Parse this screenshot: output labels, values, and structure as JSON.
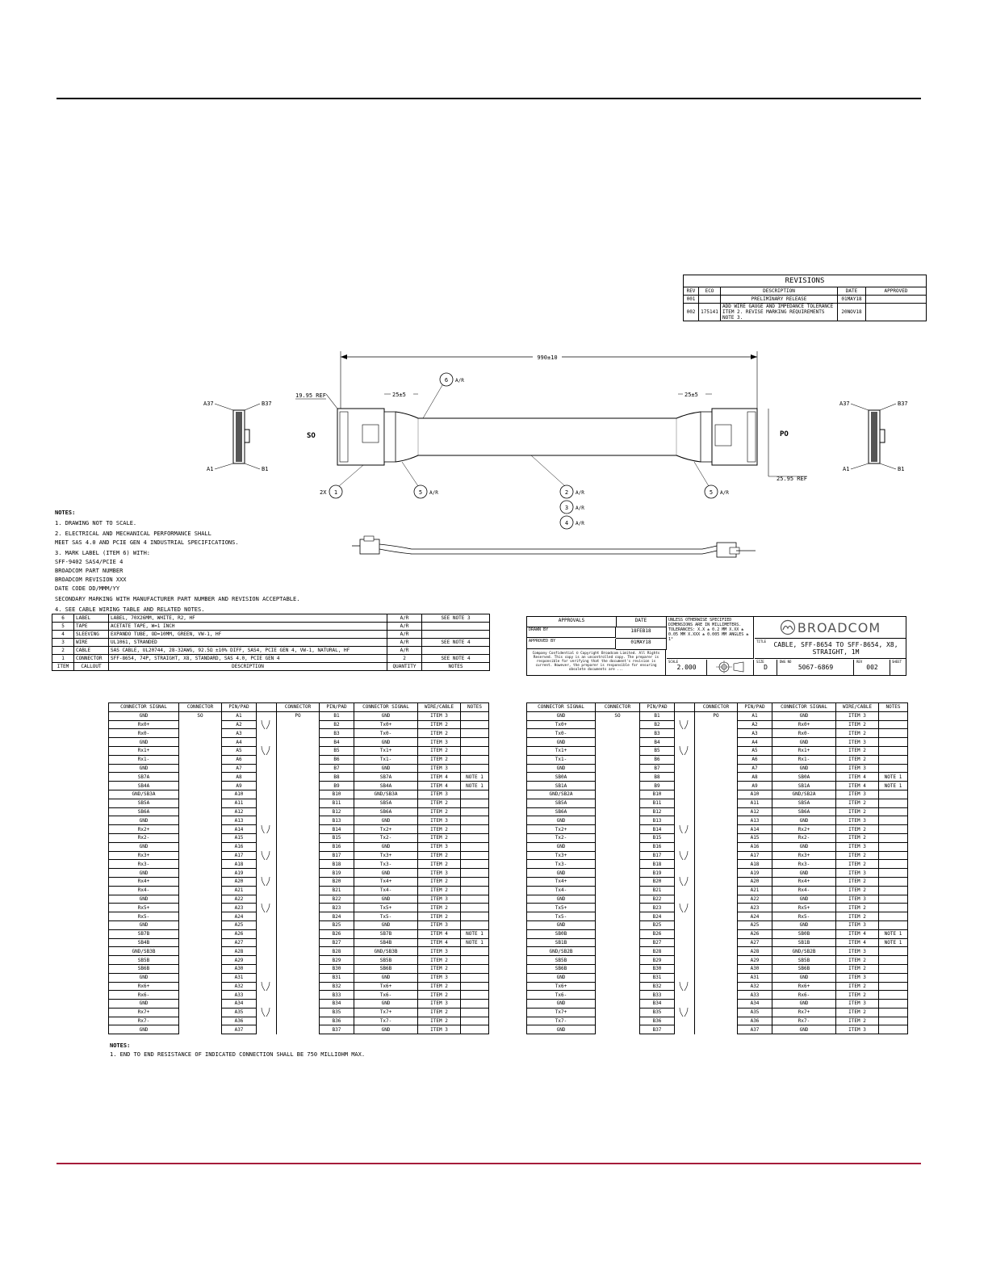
{
  "revisions": {
    "title": "REVISIONS",
    "headers": [
      "REV",
      "ECO",
      "DESCRIPTION",
      "DATE",
      "APPROVED"
    ],
    "rows": [
      [
        "001",
        "",
        "PRELIMINARY RELEASE",
        "01MAY18",
        ""
      ],
      [
        "002",
        "175141",
        "ADD WIRE GAUGE AND IMPEDANCE TOLERANCE ITEM 2. REVISE MARKING REQUIREMENTS NOTE 3.",
        "20NOV18",
        ""
      ]
    ]
  },
  "drawing": {
    "overall_length": "990±10",
    "dim_left": "19.95 REF",
    "dim_right": "25.95 REF",
    "dim_25_left": "25±5",
    "dim_25_right": "25±5",
    "end_left": "SO",
    "end_right": "PO",
    "pin_a37": "A37",
    "pin_b37": "B37",
    "pin_a1": "A1",
    "pin_b1": "B1",
    "balloon_6": "6",
    "balloon_6_qty": "A/R",
    "balloon_1": "1",
    "balloon_1_prefix": "2X",
    "balloon_5": "5",
    "balloon_5_qty": "A/R",
    "balloon_2": "2",
    "balloon_2_qty": "A/R",
    "balloon_3": "3",
    "balloon_3_qty": "A/R",
    "balloon_4": "4",
    "balloon_4_qty": "A/R"
  },
  "notes": {
    "heading": "NOTES:",
    "items": [
      "1.  DRAWING NOT TO SCALE.",
      "2.  ELECTRICAL AND MECHANICAL PERFORMANCE SHALL",
      "     MEET SAS 4.0 AND PCIE GEN 4 INDUSTRIAL SPECIFICATIONS.",
      "3.  MARK LABEL (ITEM 6) WITH:",
      "     SFF-9402 SAS4/PCIE 4",
      "     BROADCOM PART NUMBER",
      "     BROADCOM REVISION XXX",
      "     DATE CODE DD/MMM/YY",
      "     SECONDARY MARKING WITH MANUFACTURER PART NUMBER AND REVISION ACCEPTABLE.",
      "4.  SEE CABLE WIRING TABLE AND RELATED NOTES."
    ]
  },
  "bom": {
    "rows": [
      [
        "6",
        "LABEL",
        "LABEL, 70X26MM, WHITE, R2, HF",
        "A/R",
        "SEE NOTE 3"
      ],
      [
        "5",
        "TAPE",
        "ACETATE TAPE, W=1 INCH",
        "A/R",
        ""
      ],
      [
        "4",
        "SLEEVING",
        "EXPANDO TUBE, OD=10MM, GREEN, VW-1, HF",
        "A/R",
        ""
      ],
      [
        "3",
        "WIRE",
        "UL1061, STRANDED",
        "A/R",
        "SEE NOTE 4"
      ],
      [
        "2",
        "CABLE",
        "SAS CABLE, UL20744, 28-32AWG, 92.5Ω ±10% DIFF, SAS4, PCIE GEN 4, VW-1, NATURAL, HF",
        "A/R",
        ""
      ],
      [
        "1",
        "CONNECTOR",
        "SFF-8654, 74P, STRAIGHT, X8, STANDARD, SAS 4.0, PCIE GEN 4",
        "2",
        "SEE NOTE 4"
      ]
    ],
    "headers": [
      "ITEM",
      "CALLOUT",
      "DESCRIPTION",
      "QUANTITY",
      "NOTES"
    ]
  },
  "titleblock": {
    "approvals": "APPROVALS",
    "date": "DATE",
    "drawn_by": "DRAWN BY",
    "drawn_date": "18FEB18",
    "approved_by": "APPROVED BY",
    "approved_date": "01MAY18",
    "confidential": "Company Confidential © Copyright Broadcom Limited. All Rights Reserved. This copy is an uncontrolled copy. The preparer is responsible for verifying that the document's revision is current. However, the preparer is responsible for ensuring obsolete documents are ...",
    "tolerances": "UNLESS OTHERWISE SPECIFIED DIMENSIONS ARE IN MILLIMETERS. TOLERANCES: X.X ± 0.2 MM  X.XX ± 0.05 MM  X.XXX ± 0.005 MM  ANGLES ± 1°",
    "company": "BROADCOM",
    "title_label": "TITLE",
    "title": "CABLE, SFF-8654 TO SFF-8654, X8, STRAIGHT, 1M",
    "scale_label": "SCALE",
    "scale": "2.000",
    "size_label": "SIZE",
    "size": "D",
    "dwg_label": "DWG NO",
    "dwg_no": "5067-6869",
    "rev_label": "REV",
    "rev": "002",
    "sheet_label": "SHEET",
    "sheet": ""
  },
  "pin_headers_left": [
    "CONNECTOR SIGNAL",
    "CONNECTOR",
    "PIN/PAD",
    "",
    "CONNECTOR",
    "PIN/PAD",
    "CONNECTOR SIGNAL",
    "WIRE/CABLE",
    "NOTES"
  ],
  "pin_headers_right": [
    "CONNECTOR SIGNAL",
    "CONNECTOR",
    "PIN/PAD",
    "",
    "CONNECTOR",
    "PIN/PAD",
    "CONNECTOR SIGNAL",
    "WIRE/CABLE",
    "NOTES"
  ],
  "pin_left": [
    [
      "GND",
      "SO",
      "A1",
      "PO",
      "B1",
      "GND",
      "ITEM 3",
      ""
    ],
    [
      "Rx0+",
      "",
      "A2",
      "",
      "B2",
      "Tx0+",
      "ITEM 2",
      ""
    ],
    [
      "Rx0-",
      "",
      "A3",
      "",
      "B3",
      "Tx0-",
      "ITEM 2",
      ""
    ],
    [
      "GND",
      "",
      "A4",
      "",
      "B4",
      "GND",
      "ITEM 3",
      ""
    ],
    [
      "Rx1+",
      "",
      "A5",
      "",
      "B5",
      "Tx1+",
      "ITEM 2",
      ""
    ],
    [
      "Rx1-",
      "",
      "A6",
      "",
      "B6",
      "Tx1-",
      "ITEM 2",
      ""
    ],
    [
      "GND",
      "",
      "A7",
      "",
      "B7",
      "GND",
      "ITEM 3",
      ""
    ],
    [
      "SB7A",
      "",
      "A8",
      "",
      "B8",
      "SB7A",
      "ITEM 4",
      "NOTE 1"
    ],
    [
      "SB4A",
      "",
      "A9",
      "",
      "B9",
      "SB4A",
      "ITEM 4",
      "NOTE 1"
    ],
    [
      "GND/SB3A",
      "",
      "A10",
      "",
      "B10",
      "GND/SB3A",
      "ITEM 3",
      ""
    ],
    [
      "SB5A",
      "",
      "A11",
      "",
      "B11",
      "SB5A",
      "ITEM 2",
      ""
    ],
    [
      "SB6A",
      "",
      "A12",
      "",
      "B12",
      "SB6A",
      "ITEM 2",
      ""
    ],
    [
      "GND",
      "",
      "A13",
      "",
      "B13",
      "GND",
      "ITEM 3",
      ""
    ],
    [
      "Rx2+",
      "",
      "A14",
      "",
      "B14",
      "Tx2+",
      "ITEM 2",
      ""
    ],
    [
      "Rx2-",
      "",
      "A15",
      "",
      "B15",
      "Tx2-",
      "ITEM 2",
      ""
    ],
    [
      "GND",
      "",
      "A16",
      "",
      "B16",
      "GND",
      "ITEM 3",
      ""
    ],
    [
      "Rx3+",
      "",
      "A17",
      "",
      "B17",
      "Tx3+",
      "ITEM 2",
      ""
    ],
    [
      "Rx3-",
      "",
      "A18",
      "",
      "B18",
      "Tx3-",
      "ITEM 2",
      ""
    ],
    [
      "GND",
      "",
      "A19",
      "",
      "B19",
      "GND",
      "ITEM 3",
      ""
    ],
    [
      "Rx4+",
      "",
      "A20",
      "",
      "B20",
      "Tx4+",
      "ITEM 2",
      ""
    ],
    [
      "Rx4-",
      "",
      "A21",
      "",
      "B21",
      "Tx4-",
      "ITEM 2",
      ""
    ],
    [
      "GND",
      "",
      "A22",
      "",
      "B22",
      "GND",
      "ITEM 3",
      ""
    ],
    [
      "Rx5+",
      "",
      "A23",
      "",
      "B23",
      "Tx5+",
      "ITEM 2",
      ""
    ],
    [
      "Rx5-",
      "",
      "A24",
      "",
      "B24",
      "Tx5-",
      "ITEM 2",
      ""
    ],
    [
      "GND",
      "",
      "A25",
      "",
      "B25",
      "GND",
      "ITEM 3",
      ""
    ],
    [
      "SB7B",
      "",
      "A26",
      "",
      "B26",
      "SB7B",
      "ITEM 4",
      "NOTE 1"
    ],
    [
      "SB4B",
      "",
      "A27",
      "",
      "B27",
      "SB4B",
      "ITEM 4",
      "NOTE 1"
    ],
    [
      "GND/SB3B",
      "",
      "A28",
      "",
      "B28",
      "GND/SB3B",
      "ITEM 3",
      ""
    ],
    [
      "SB5B",
      "",
      "A29",
      "",
      "B29",
      "SB5B",
      "ITEM 2",
      ""
    ],
    [
      "SB6B",
      "",
      "A30",
      "",
      "B30",
      "SB6B",
      "ITEM 2",
      ""
    ],
    [
      "GND",
      "",
      "A31",
      "",
      "B31",
      "GND",
      "ITEM 3",
      ""
    ],
    [
      "Rx6+",
      "",
      "A32",
      "",
      "B32",
      "Tx6+",
      "ITEM 2",
      ""
    ],
    [
      "Rx6-",
      "",
      "A33",
      "",
      "B33",
      "Tx6-",
      "ITEM 2",
      ""
    ],
    [
      "GND",
      "",
      "A34",
      "",
      "B34",
      "GND",
      "ITEM 3",
      ""
    ],
    [
      "Rx7+",
      "",
      "A35",
      "",
      "B35",
      "Tx7+",
      "ITEM 2",
      ""
    ],
    [
      "Rx7-",
      "",
      "A36",
      "",
      "B36",
      "Tx7-",
      "ITEM 2",
      ""
    ],
    [
      "GND",
      "",
      "A37",
      "",
      "B37",
      "GND",
      "ITEM 3",
      ""
    ]
  ],
  "pin_right": [
    [
      "GND",
      "SO",
      "B1",
      "PO",
      "A1",
      "GND",
      "ITEM 3",
      ""
    ],
    [
      "Tx0+",
      "",
      "B2",
      "",
      "A2",
      "Rx0+",
      "ITEM 2",
      ""
    ],
    [
      "Tx0-",
      "",
      "B3",
      "",
      "A3",
      "Rx0-",
      "ITEM 2",
      ""
    ],
    [
      "GND",
      "",
      "B4",
      "",
      "A4",
      "GND",
      "ITEM 3",
      ""
    ],
    [
      "Tx1+",
      "",
      "B5",
      "",
      "A5",
      "Rx1+",
      "ITEM 2",
      ""
    ],
    [
      "Tx1-",
      "",
      "B6",
      "",
      "A6",
      "Rx1-",
      "ITEM 2",
      ""
    ],
    [
      "GND",
      "",
      "B7",
      "",
      "A7",
      "GND",
      "ITEM 3",
      ""
    ],
    [
      "SB0A",
      "",
      "B8",
      "",
      "A8",
      "SB0A",
      "ITEM 4",
      "NOTE 1"
    ],
    [
      "SB1A",
      "",
      "B9",
      "",
      "A9",
      "SB1A",
      "ITEM 4",
      "NOTE 1"
    ],
    [
      "GND/SB2A",
      "",
      "B10",
      "",
      "A10",
      "GND/SB2A",
      "ITEM 3",
      ""
    ],
    [
      "SB5A",
      "",
      "B11",
      "",
      "A11",
      "SB5A",
      "ITEM 2",
      ""
    ],
    [
      "SB6A",
      "",
      "B12",
      "",
      "A12",
      "SB6A",
      "ITEM 2",
      ""
    ],
    [
      "GND",
      "",
      "B13",
      "",
      "A13",
      "GND",
      "ITEM 3",
      ""
    ],
    [
      "Tx2+",
      "",
      "B14",
      "",
      "A14",
      "Rx2+",
      "ITEM 2",
      ""
    ],
    [
      "Tx2-",
      "",
      "B15",
      "",
      "A15",
      "Rx2-",
      "ITEM 2",
      ""
    ],
    [
      "GND",
      "",
      "B16",
      "",
      "A16",
      "GND",
      "ITEM 3",
      ""
    ],
    [
      "Tx3+",
      "",
      "B17",
      "",
      "A17",
      "Rx3+",
      "ITEM 2",
      ""
    ],
    [
      "Tx3-",
      "",
      "B18",
      "",
      "A18",
      "Rx3-",
      "ITEM 2",
      ""
    ],
    [
      "GND",
      "",
      "B19",
      "",
      "A19",
      "GND",
      "ITEM 3",
      ""
    ],
    [
      "Tx4+",
      "",
      "B20",
      "",
      "A20",
      "Rx4+",
      "ITEM 2",
      ""
    ],
    [
      "Tx4-",
      "",
      "B21",
      "",
      "A21",
      "Rx4-",
      "ITEM 2",
      ""
    ],
    [
      "GND",
      "",
      "B22",
      "",
      "A22",
      "GND",
      "ITEM 3",
      ""
    ],
    [
      "Tx5+",
      "",
      "B23",
      "",
      "A23",
      "Rx5+",
      "ITEM 2",
      ""
    ],
    [
      "Tx5-",
      "",
      "B24",
      "",
      "A24",
      "Rx5-",
      "ITEM 2",
      ""
    ],
    [
      "GND",
      "",
      "B25",
      "",
      "A25",
      "GND",
      "ITEM 3",
      ""
    ],
    [
      "SB0B",
      "",
      "B26",
      "",
      "A26",
      "SB0B",
      "ITEM 4",
      "NOTE 1"
    ],
    [
      "SB1B",
      "",
      "B27",
      "",
      "A27",
      "SB1B",
      "ITEM 4",
      "NOTE 1"
    ],
    [
      "GND/SB2B",
      "",
      "B28",
      "",
      "A28",
      "GND/SB2B",
      "ITEM 3",
      ""
    ],
    [
      "SB5B",
      "",
      "B29",
      "",
      "A29",
      "SB5B",
      "ITEM 2",
      ""
    ],
    [
      "SB6B",
      "",
      "B30",
      "",
      "A30",
      "SB6B",
      "ITEM 2",
      ""
    ],
    [
      "GND",
      "",
      "B31",
      "",
      "A31",
      "GND",
      "ITEM 3",
      ""
    ],
    [
      "Tx6+",
      "",
      "B32",
      "",
      "A32",
      "Rx6+",
      "ITEM 2",
      ""
    ],
    [
      "Tx6-",
      "",
      "B33",
      "",
      "A33",
      "Rx6-",
      "ITEM 2",
      ""
    ],
    [
      "GND",
      "",
      "B34",
      "",
      "A34",
      "GND",
      "ITEM 3",
      ""
    ],
    [
      "Tx7+",
      "",
      "B35",
      "",
      "A35",
      "Rx7+",
      "ITEM 2",
      ""
    ],
    [
      "Tx7-",
      "",
      "B36",
      "",
      "A36",
      "Rx7-",
      "ITEM 2",
      ""
    ],
    [
      "GND",
      "",
      "B37",
      "",
      "A37",
      "GND",
      "ITEM 3",
      ""
    ]
  ],
  "pin_notes": {
    "heading": "NOTES:",
    "text": "1.  END TO END RESISTANCE OF INDICATED CONNECTION SHALL BE 750 MILLIOHM MAX."
  }
}
